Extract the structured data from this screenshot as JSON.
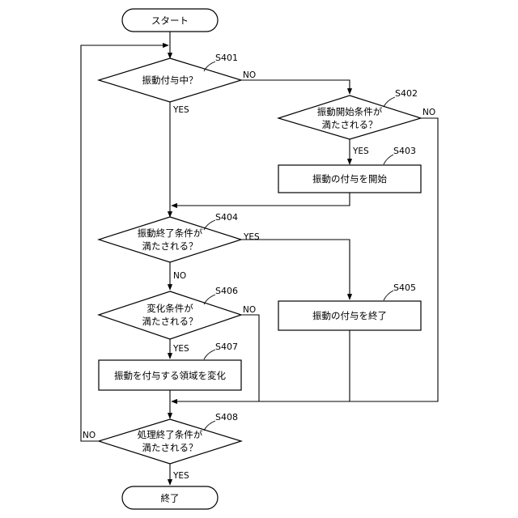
{
  "nodes": {
    "start": "スタート",
    "d401": [
      "振動付与中？"
    ],
    "d402": [
      "振動開始条件が",
      "満たされる？"
    ],
    "p403": "振動の付与を開始",
    "d404": [
      "振動終了条件が",
      "満たされる？"
    ],
    "p405": "振動の付与を終了",
    "d406": [
      "変化条件が",
      "満たされる？"
    ],
    "p407": "振動を付与する領域を変化",
    "d408": [
      "処理終了条件が",
      "満たされる？"
    ],
    "end": "終了"
  },
  "steps": {
    "s401": "S401",
    "s402": "S402",
    "s403": "S403",
    "s404": "S404",
    "s405": "S405",
    "s406": "S406",
    "s407": "S407",
    "s408": "S408"
  },
  "branch_labels": {
    "yes": "YES",
    "no": "NO"
  }
}
